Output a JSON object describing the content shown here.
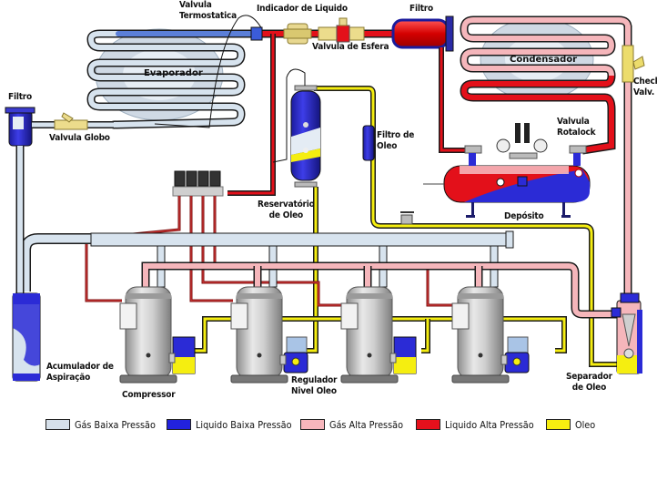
{
  "diagram": {
    "title": "Sistema de refrigeração com compressores em paralelo",
    "components": {
      "valvula_termostatica": "Valvula\nTermostatica",
      "indicador_liquido": "Indicador de Liquido",
      "valvula_esfera": "Valvula de Esfera",
      "filtro_top": "Filtro",
      "evaporador": "Evaporador",
      "condensador": "Condensador",
      "check_valv": "Check\nValv.",
      "filtro_left": "Filtro",
      "valvula_globo": "Valvula Globo",
      "filtro_oleo": "Filtro de\nOleo",
      "valvula_rotalock": "Valvula\nRotalock",
      "reservatorio_oleo": "Reservatório\nde Oleo",
      "deposito": "Depósito",
      "acumulador": "Acumulador de\nAspiração",
      "compressor": "Compressor",
      "regulador_nivel": "Regulador\nNivel Oleo",
      "separador_oleo": "Separador\nde Oleo"
    },
    "compressor_count": 4
  },
  "colors": {
    "gas_baixa": "#d7e3ee",
    "liquido_baixa": "#2b2bd6",
    "gas_alta": "#f5b6bb",
    "liquido_alta": "#e3101a",
    "oleo": "#f5ee10",
    "outline": "#1b1b1b",
    "metal": "#b8b8b8"
  },
  "legend": [
    {
      "label": "Gás Baixa Pressão",
      "color": "#d6e0ea"
    },
    {
      "label": "Liquido Baixa Pressão",
      "color": "#2222dd"
    },
    {
      "label": "Gás Alta Pressão",
      "color": "#f7b6bc"
    },
    {
      "label": "Liquido Alta Pressão",
      "color": "#e6101c"
    },
    {
      "label": "Oleo",
      "color": "#f7ee10"
    }
  ]
}
